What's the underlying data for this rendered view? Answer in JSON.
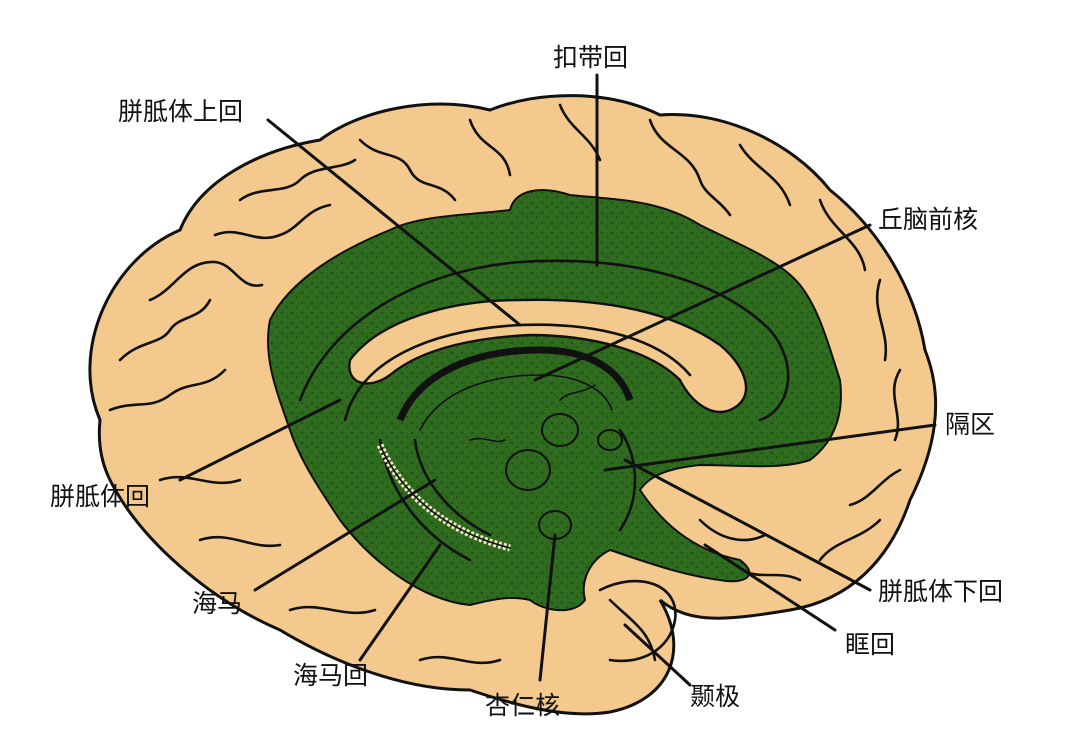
{
  "colors": {
    "cortex": "#f3c98e",
    "limbic": "#2e6b1f",
    "limbic_dark": "#1f4f14",
    "outline": "#111111",
    "background": "#ffffff"
  },
  "labels": {
    "cingulate_gyrus": "扣带回",
    "supracallosal_gyrus": "胼胝体上回",
    "anterior_thalamic_nucleus": "丘脑前核",
    "septal_area": "隔区",
    "callosal_gyrus": "胼胝体回",
    "subcallosal_gyrus": "胼胝体下回",
    "hippocampus": "海马",
    "orbital_gyrus": "眶回",
    "parahippocampal_gyrus": "海马回",
    "amygdala": "杏仁核",
    "temporal_pole": "颞极"
  }
}
